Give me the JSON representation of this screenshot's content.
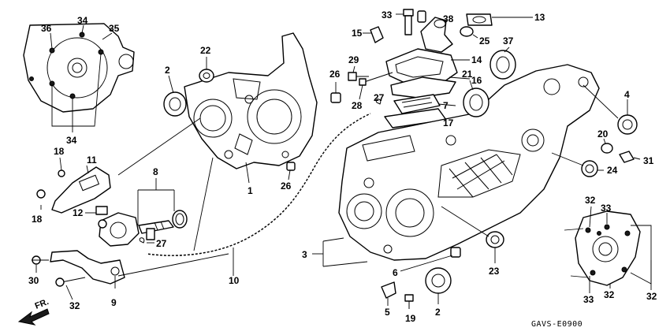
{
  "diagram": {
    "drawing_code": "GAVS-E0900",
    "direction_label": "FR.",
    "callouts": {
      "c1": "1",
      "c2a": "2",
      "c2b": "2",
      "c3": "3",
      "c4": "4",
      "c5": "5",
      "c6": "6",
      "c7": "7",
      "c8": "8",
      "c9": "9",
      "c10": "10",
      "c11": "11",
      "c12": "12",
      "c13": "13",
      "c14": "14",
      "c15": "15",
      "c16": "16",
      "c17": "17",
      "c18a": "18",
      "c18b": "18",
      "c19": "19",
      "c20": "20",
      "c21": "21",
      "c22": "22",
      "c23": "23",
      "c24": "24",
      "c25": "25",
      "c26a": "26",
      "c26b": "26",
      "c27a": "27",
      "c27b": "27",
      "c28": "28",
      "c29": "29",
      "c30": "30",
      "c31": "31",
      "c32a": "32",
      "c32b": "32",
      "c32c": "32",
      "c32d": "32",
      "c33a": "33",
      "c33b": "33",
      "c33c": "33",
      "c34a": "34",
      "c34b": "34",
      "c35": "35",
      "c36": "36",
      "c37": "37",
      "c38": "38"
    }
  }
}
